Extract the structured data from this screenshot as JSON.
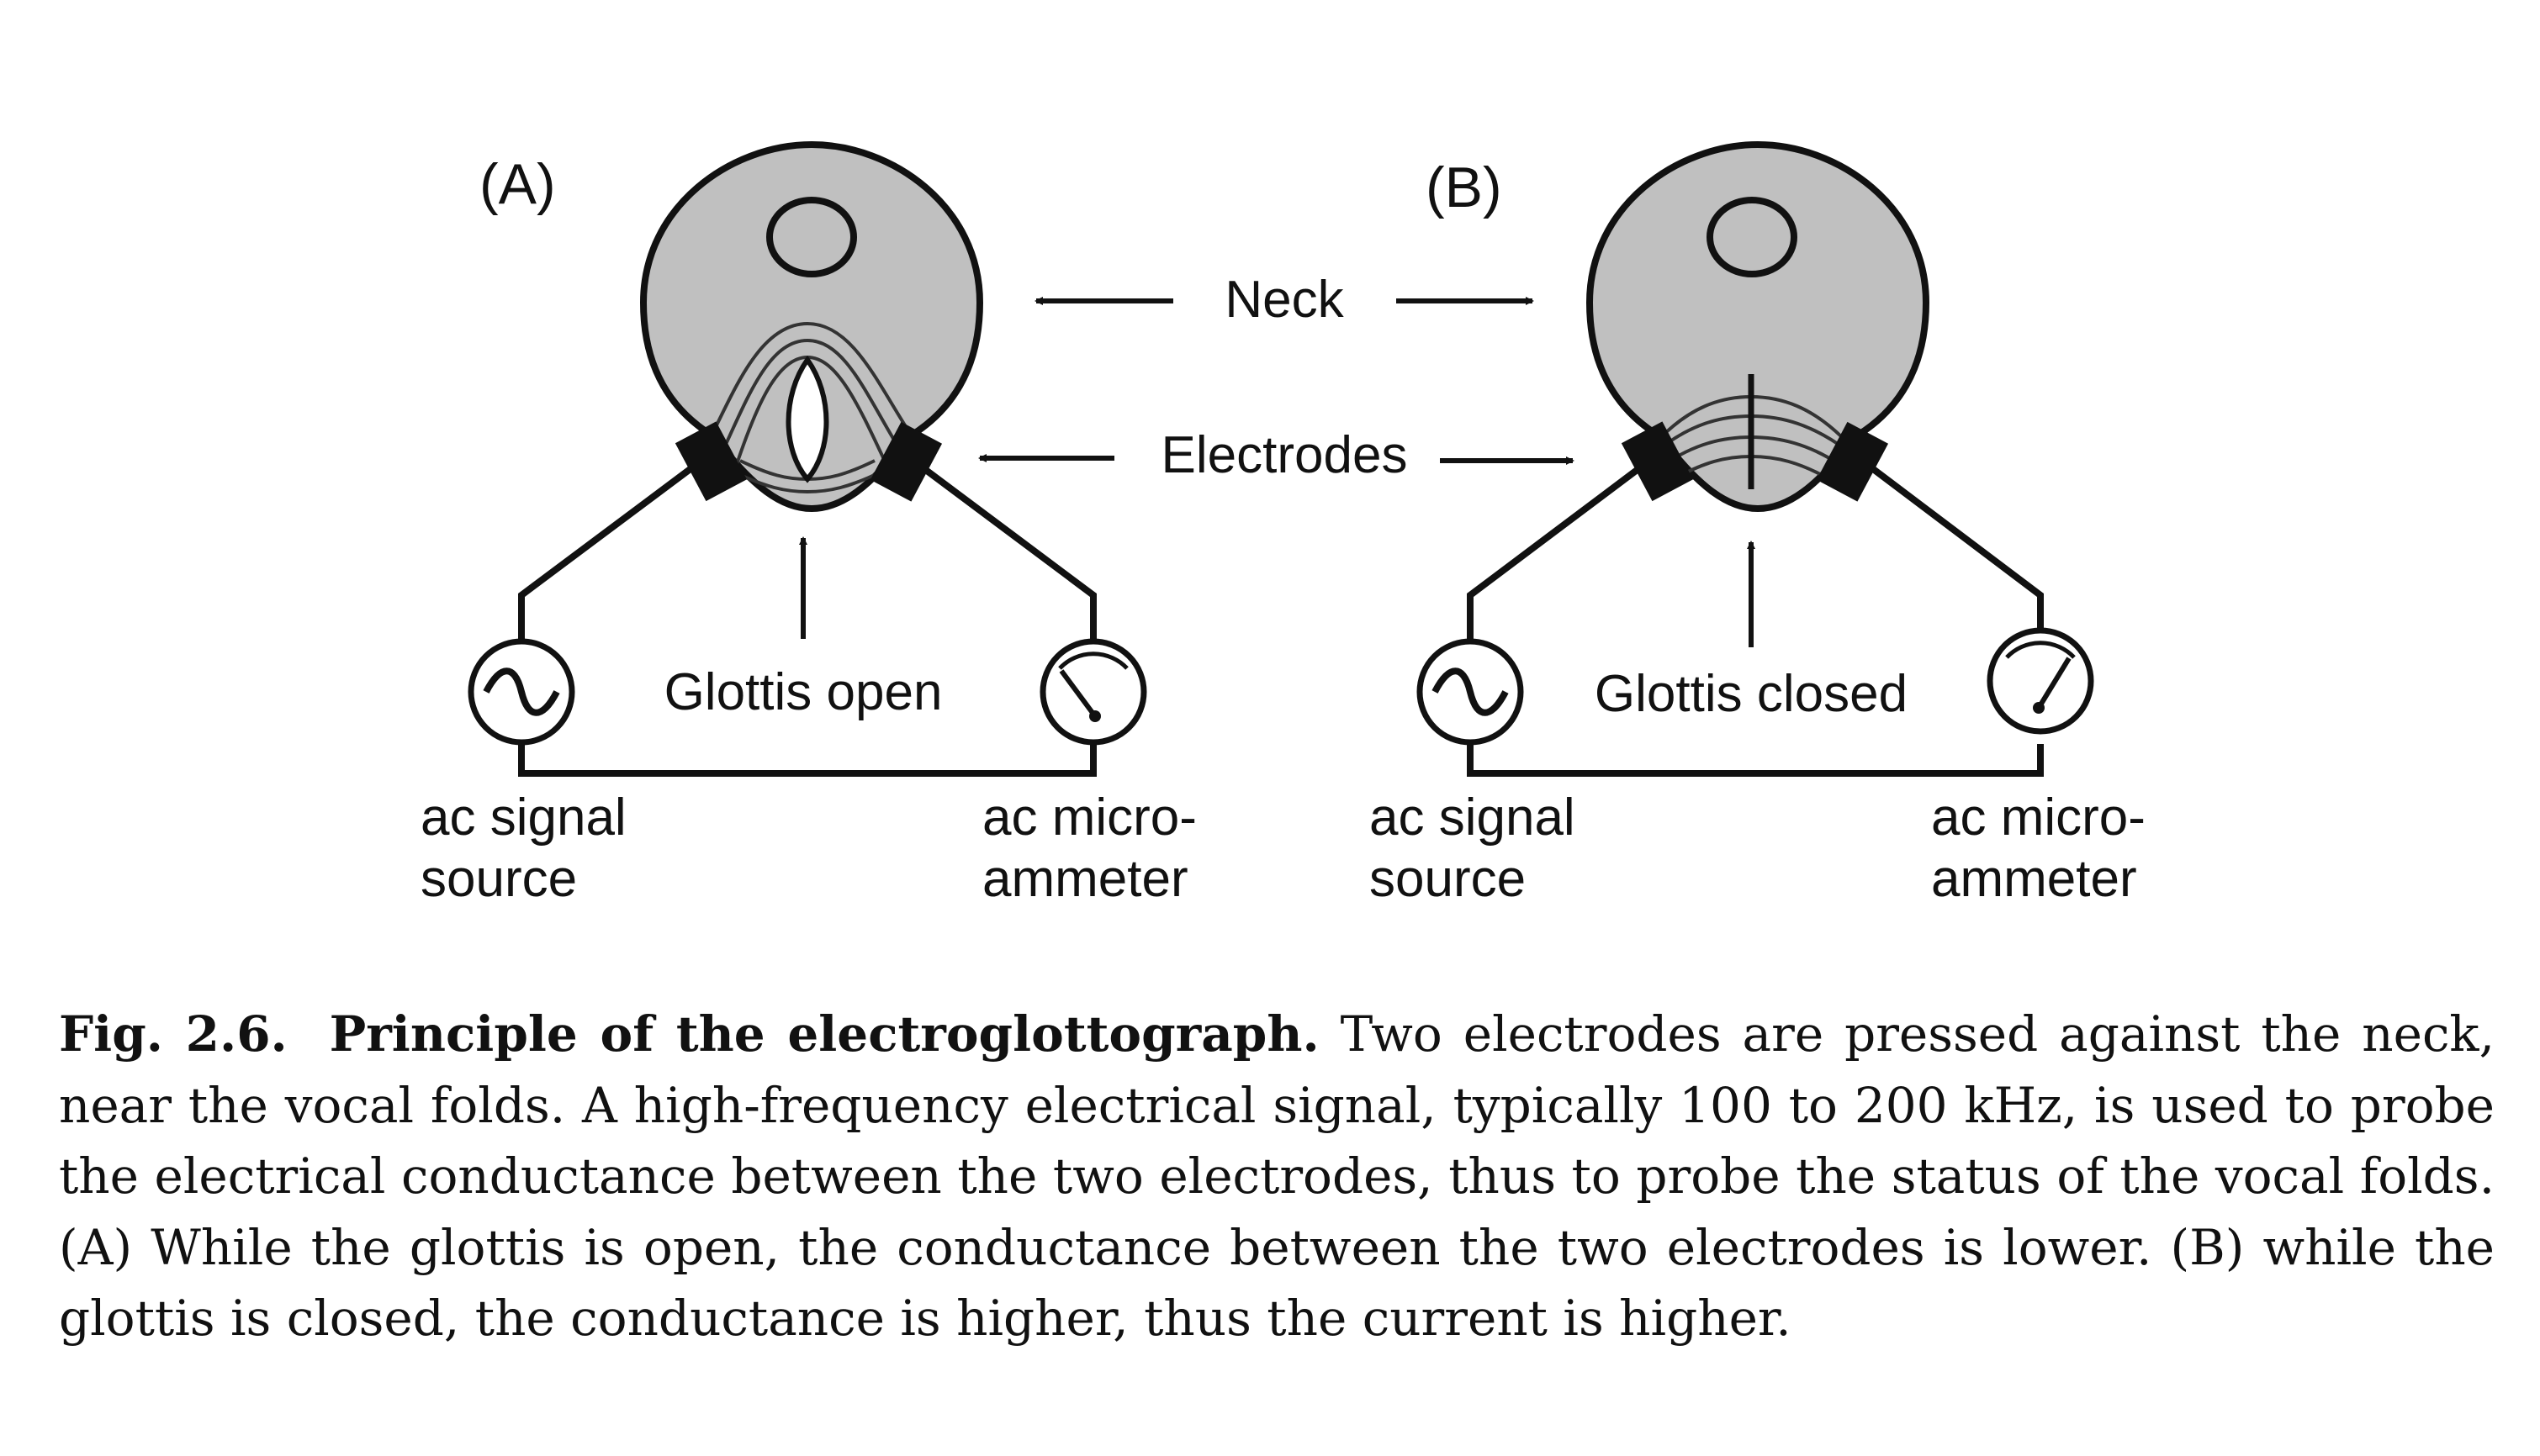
{
  "figure": {
    "panel_a": {
      "label": "(A)",
      "glottis_label": "Glottis open",
      "source_label": [
        "ac signal",
        "source"
      ],
      "meter_label": [
        "ac micro-",
        "ammeter"
      ]
    },
    "panel_b": {
      "label": "(B)",
      "glottis_label": "Glottis closed",
      "source_label": [
        "ac signal",
        "source"
      ],
      "meter_label": [
        "ac micro-",
        "ammeter"
      ]
    },
    "neck_label": "Neck",
    "electrodes_label": "Electrodes",
    "colors": {
      "neck_fill": "#c0c0c0",
      "stroke": "#111111",
      "electrode": "#111111"
    }
  },
  "caption": {
    "fig_number": "Fig. 2.6.",
    "title": "Principle of the electroglottograph.",
    "body": "Two electrodes are pressed against the neck, near the vocal folds. A high-frequency electrical signal, typically 100 to 200 kHz, is used to probe the electrical conductance between the two electrodes, thus to probe the status of the vocal folds. (A) While the glottis is open, the conductance between the two electrodes is lower. (B) while the glottis is closed, the conductance is higher, thus the current is higher."
  }
}
